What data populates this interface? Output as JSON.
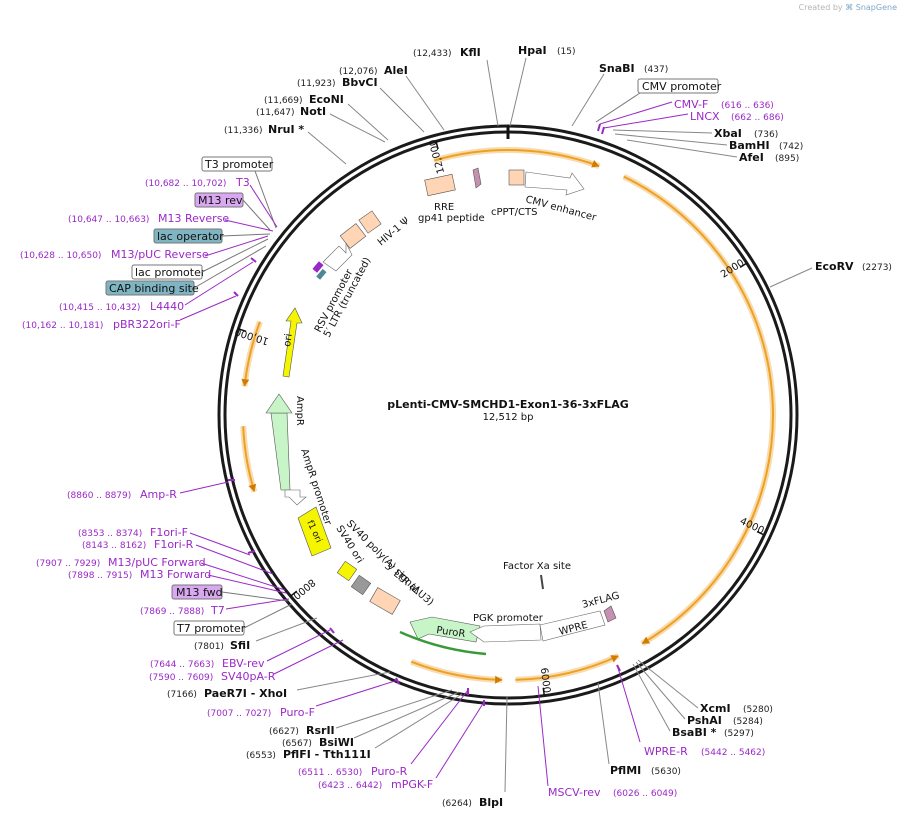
{
  "credit": {
    "prefix": "Created by",
    "brand": "SnapGene"
  },
  "plasmid": {
    "name": "pLenti-CMV-SMCHD1-Exon1-36-3xFLAG",
    "length_label": "12,512 bp",
    "length": 12512
  },
  "ticks": [
    {
      "bp": 2000,
      "label": "2000"
    },
    {
      "bp": 4000,
      "label": "4000"
    },
    {
      "bp": 6000,
      "label": "6000"
    },
    {
      "bp": 8000,
      "label": "8000"
    },
    {
      "bp": 10000,
      "label": "10,000"
    },
    {
      "bp": 12000,
      "label": "12,000"
    }
  ],
  "enzymes": [
    {
      "name": "KflI",
      "pos": "(12,433)",
      "bp": 12433
    },
    {
      "name": "HpaI",
      "pos": "(15)",
      "bp": 15
    },
    {
      "name": "SnaBI",
      "pos": "(437)",
      "bp": 437
    },
    {
      "name": "AleI",
      "pos": "(12,076)",
      "bp": 12076
    },
    {
      "name": "BbvCI",
      "pos": "(11,923)",
      "bp": 11923
    },
    {
      "name": "EcoNI",
      "pos": "(11,669)",
      "bp": 11669
    },
    {
      "name": "NotI",
      "pos": "(11,647)",
      "bp": 11647
    },
    {
      "name": "NruI *",
      "pos": "(11,336)",
      "bp": 11336
    },
    {
      "name": "XbaI",
      "pos": "(736)",
      "bp": 736
    },
    {
      "name": "BamHI",
      "pos": "(742)",
      "bp": 742
    },
    {
      "name": "AfeI",
      "pos": "(895)",
      "bp": 895
    },
    {
      "name": "EcoRV",
      "pos": "(2273)",
      "bp": 2273
    },
    {
      "name": "XcmI",
      "pos": "(5280)",
      "bp": 5280
    },
    {
      "name": "PshAI",
      "pos": "(5284)",
      "bp": 5284
    },
    {
      "name": "BsaBI *",
      "pos": "(5297)",
      "bp": 5297
    },
    {
      "name": "PflMI",
      "pos": "(5630)",
      "bp": 5630
    },
    {
      "name": "BlpI",
      "pos": "(6264)",
      "bp": 6264
    },
    {
      "name": "PflFI - Tth111I",
      "pos": "(6553)",
      "bp": 6553
    },
    {
      "name": "BsiWI",
      "pos": "(6567)",
      "bp": 6567
    },
    {
      "name": "RsrII",
      "pos": "(6627)",
      "bp": 6627
    },
    {
      "name": "PaeR7I - XhoI",
      "pos": "(7166)",
      "bp": 7166
    },
    {
      "name": "SfiI",
      "pos": "(7801)",
      "bp": 7801
    }
  ],
  "primers": [
    {
      "name": "CMV-F",
      "pos": "(616 .. 636)",
      "bp": 626
    },
    {
      "name": "LNCX",
      "pos": "(662 .. 686)",
      "bp": 674
    },
    {
      "name": "T3",
      "pos": "(10,682 .. 10,702)",
      "bp": 10692
    },
    {
      "name": "M13 Reverse",
      "pos": "(10,647 .. 10,663)",
      "bp": 10655
    },
    {
      "name": "M13/pUC Reverse",
      "pos": "(10,628 .. 10,650)",
      "bp": 10639
    },
    {
      "name": "L4440",
      "pos": "(10,415 .. 10,432)",
      "bp": 10424
    },
    {
      "name": "pBR322ori-F",
      "pos": "(10,162 .. 10,181)",
      "bp": 10172
    },
    {
      "name": "Amp-R",
      "pos": "(8860 .. 8879)",
      "bp": 8870
    },
    {
      "name": "F1ori-F",
      "pos": "(8353 .. 8374)",
      "bp": 8364
    },
    {
      "name": "F1ori-R",
      "pos": "(8143 .. 8162)",
      "bp": 8153
    },
    {
      "name": "M13/pUC Forward",
      "pos": "(7907 .. 7929)",
      "bp": 7918
    },
    {
      "name": "M13 Forward",
      "pos": "(7898 .. 7915)",
      "bp": 7907
    },
    {
      "name": "T7",
      "pos": "(7869 .. 7888)",
      "bp": 7879
    },
    {
      "name": "EBV-rev",
      "pos": "(7644 .. 7663)",
      "bp": 7654
    },
    {
      "name": "SV40pA-R",
      "pos": "(7590 .. 7609)",
      "bp": 7600
    },
    {
      "name": "Puro-F",
      "pos": "(7007 .. 7027)",
      "bp": 7017
    },
    {
      "name": "Puro-R",
      "pos": "(6511 .. 6530)",
      "bp": 6521
    },
    {
      "name": "mPGK-F",
      "pos": "(6423 .. 6442)",
      "bp": 6433
    },
    {
      "name": "MSCV-rev",
      "pos": "(6026 .. 6049)",
      "bp": 6038
    },
    {
      "name": "WPRE-R",
      "pos": "(5442 .. 5462)",
      "bp": 5452
    }
  ],
  "boxed_labels": [
    {
      "text": "CMV promoter",
      "kind": "promoter"
    },
    {
      "text": "T3 promoter",
      "kind": "promoter"
    },
    {
      "text": "M13 rev",
      "kind": "primer"
    },
    {
      "text": "lac operator",
      "kind": "protein-bind"
    },
    {
      "text": "lac promoter",
      "kind": "promoter"
    },
    {
      "text": "CAP binding site",
      "kind": "protein-bind"
    },
    {
      "text": "M13 fwd",
      "kind": "primer"
    },
    {
      "text": "T7 promoter",
      "kind": "promoter"
    }
  ],
  "features": [
    {
      "text": "CMV enhancer"
    },
    {
      "text": "cPPT/CTS"
    },
    {
      "text": "RRE"
    },
    {
      "text": "gp41 peptide"
    },
    {
      "text": "HIV-1 Ψ"
    },
    {
      "text": "RSV promoter"
    },
    {
      "text": "5′ LTR (truncated)"
    },
    {
      "text": "ori"
    },
    {
      "text": "AmpR"
    },
    {
      "text": "AmpR promoter"
    },
    {
      "text": "f1 ori"
    },
    {
      "text": "SV40 ori"
    },
    {
      "text": "SV40 poly(A) signal"
    },
    {
      "text": "3′ LTR (ΔU3)"
    },
    {
      "text": "PuroR"
    },
    {
      "text": "PGK promoter"
    },
    {
      "text": "WPRE"
    },
    {
      "text": "3xFLAG"
    },
    {
      "text": "Factor Xa site"
    }
  ],
  "colors": {
    "backbone": "#1a1a1a",
    "primer": "#9a28c7",
    "orf_arc": "#f0a020",
    "ori": "#f5f500",
    "ampr": "#c8f5c8",
    "puror": "#c8f5c8",
    "ltr": "#ffd5b5",
    "protein_bind": "#7fb4c2",
    "primer_box": "#d8a8f0",
    "cds_band": "#3a9a3a"
  }
}
